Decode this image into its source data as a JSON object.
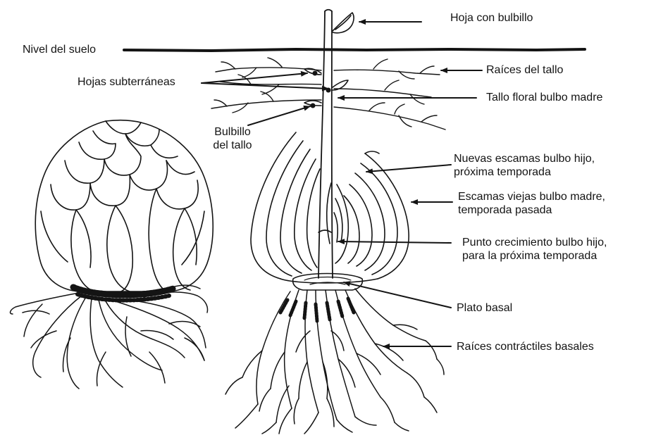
{
  "colors": {
    "ink": "#141414",
    "background": "#ffffff"
  },
  "labels": {
    "hoja_con_bulbillo": "Hoja con bulbillo",
    "nivel_del_suelo": "Nivel del suelo",
    "raices_del_tallo": "Raíces del tallo",
    "hojas_subterraneas": "Hojas subterráneas",
    "tallo_floral": "Tallo floral bulbo madre",
    "bulbillo_del_tallo": [
      "Bulbillo",
      "del tallo"
    ],
    "nuevas_escamas": [
      "Nuevas escamas bulbo hijo,",
      "próxima temporada"
    ],
    "escamas_viejas": [
      "Escamas viejas bulbo madre,",
      "temporada pasada"
    ],
    "punto_crecimiento": [
      "Punto crecimiento bulbo hijo,",
      "para la próxima temporada"
    ],
    "plato_basal": "Plato basal",
    "raices_contractiles": "Raíces contráctiles basales"
  }
}
